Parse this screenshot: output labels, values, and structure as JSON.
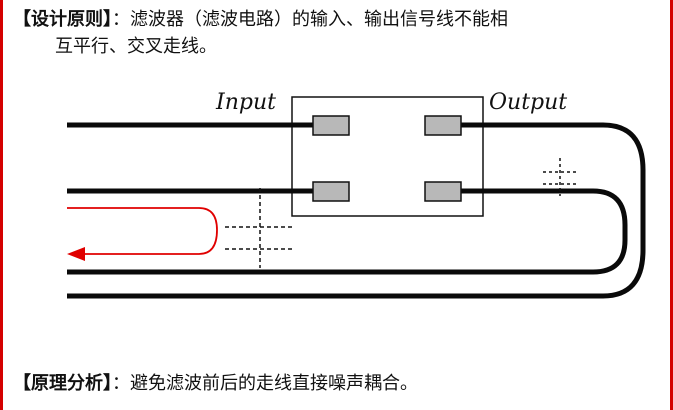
{
  "design_principle": {
    "tag": "【设计原则】",
    "line1": "：滤波器（滤波电路）的输入、输出信号线不能相",
    "line2": "互平行、交叉走线。"
  },
  "diagram": {
    "input_label": "Input",
    "output_label": "Output"
  },
  "principle_analysis": {
    "tag": "【原理分析】",
    "text": "：避免滤波前后的走线直接噪声耦合。"
  },
  "colors": {
    "border": "#d40000",
    "arrow": "#e00000",
    "trace": "#0a0a0a",
    "pad": "#b8b8b8"
  }
}
